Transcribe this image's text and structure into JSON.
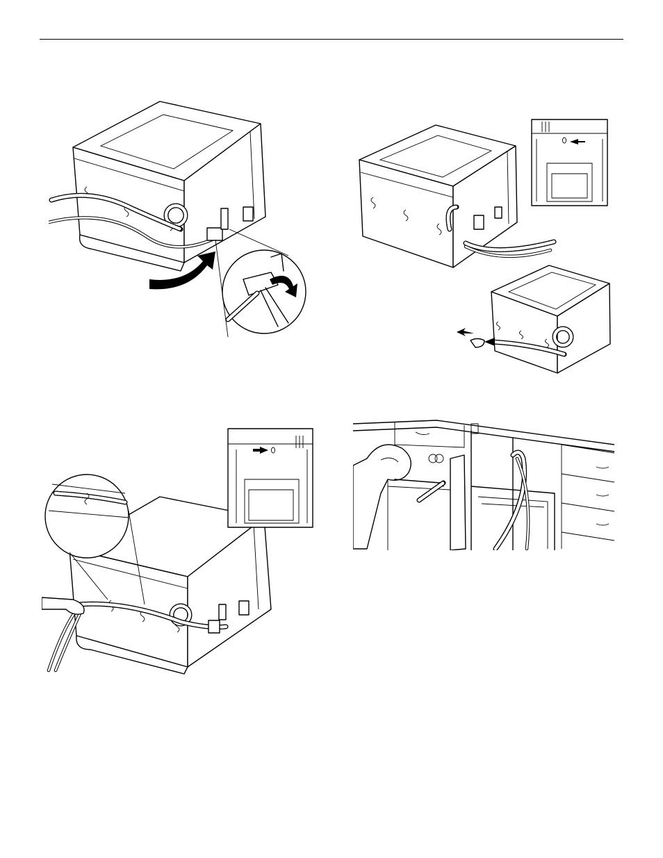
{
  "page": {
    "header_rule": true
  },
  "figures": [
    {
      "id": "fig-1",
      "subject": "dishwasher-rear-hose-connection-with-wrench"
    },
    {
      "id": "fig-2",
      "subject": "dishwasher-hose-routing-with-cabinet-hole-inset"
    },
    {
      "id": "fig-3",
      "subject": "pulling-hose-through-clips-with-inset"
    },
    {
      "id": "fig-4",
      "subject": "feeding-hose-through-cabinet-hole"
    }
  ]
}
